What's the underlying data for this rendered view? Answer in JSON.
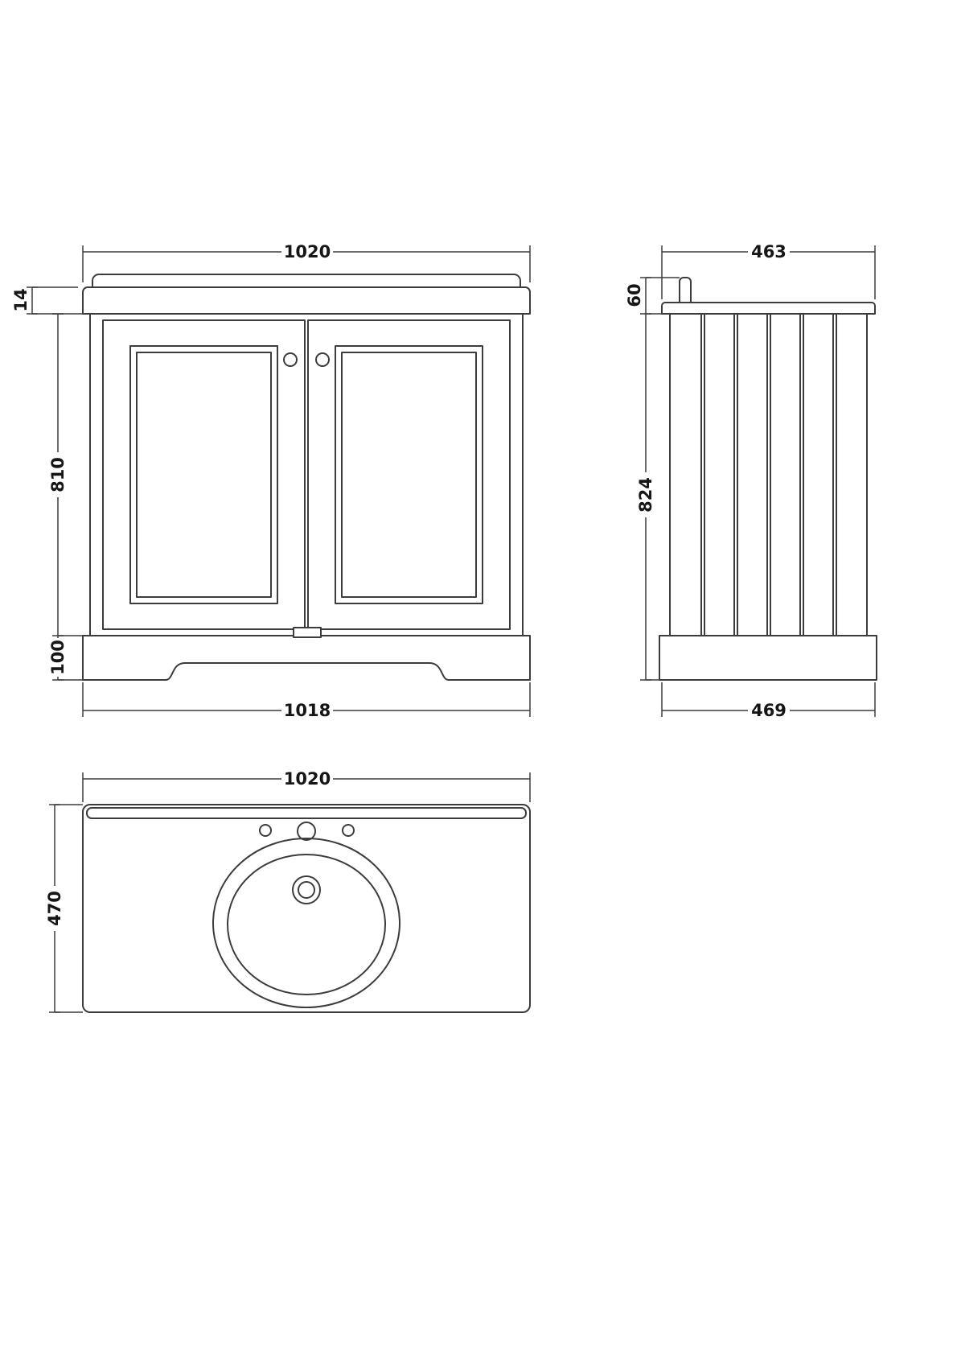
{
  "drawing": {
    "title": "vanity-unit-dimension-drawing",
    "front": {
      "width_top": "1020",
      "worktop_thickness": "14",
      "cabinet_height": "810",
      "plinth_height": "100",
      "width_bottom": "1018"
    },
    "side": {
      "depth_top": "463",
      "upstand_height": "60",
      "total_height": "824",
      "depth_bottom": "469"
    },
    "plan": {
      "width": "1020",
      "depth": "470"
    }
  }
}
